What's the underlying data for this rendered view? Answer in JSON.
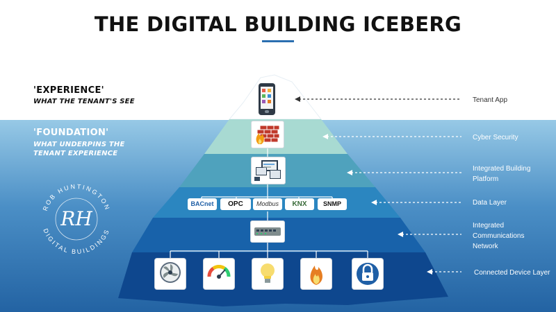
{
  "title": "THE DIGITAL BUILDING ICEBERG",
  "experience": {
    "heading": "'EXPERIENCE'",
    "subtitle": "WHAT THE TENANT'S SEE"
  },
  "foundation": {
    "heading": "'FOUNDATION'",
    "subtitle_line1": "WHAT UNDERPINS THE",
    "subtitle_line2": "TENANT EXPERIENCE"
  },
  "brand_seal": {
    "top_text": "ROB HUNTINGTON",
    "bottom_text": "DIGITAL BUILDINGS",
    "monogram": "RH"
  },
  "layers": [
    {
      "label": "Tenant App",
      "icon": "smartphone-app-icon"
    },
    {
      "label": "Cyber Security",
      "icon": "firewall-icon"
    },
    {
      "label_line1": "Integrated Building",
      "label_line2": "Platform",
      "icon": "dashboard-screens-icon"
    },
    {
      "label": "Data Layer"
    },
    {
      "label_line1": "Integrated",
      "label_line2": "Communications",
      "label_line3": "Network",
      "icon": "network-switch-icon"
    },
    {
      "label": "Connected Device Layer"
    }
  ],
  "protocols": [
    "BACnet",
    "OPC",
    "Modbus",
    "KNX",
    "SNMP"
  ],
  "devices": [
    {
      "label": "HVAC",
      "icon": "fan-icon"
    },
    {
      "label": "ENERGY",
      "icon": "gauge-icon"
    },
    {
      "label": "LIGHTING",
      "icon": "lightbulb-icon"
    },
    {
      "label": "FIRE",
      "icon": "flame-icon"
    },
    {
      "label": "ACCESS",
      "icon": "padlock-icon"
    }
  ],
  "colors": {
    "title": "#111111",
    "accent_rule": "#2b6fb0",
    "experience_heading": "#0d0d0d",
    "foundation_heading": "#ffffff",
    "ocean_top": "#8fc4e4",
    "ocean_bottom": "#2368a6",
    "tier1": "#ffffff",
    "tier2": "#a9dbd3",
    "tier3": "#4ea3bf",
    "tier4": "#2a86c0",
    "tier5": "#1560a8",
    "tier6": "#0d468e"
  }
}
